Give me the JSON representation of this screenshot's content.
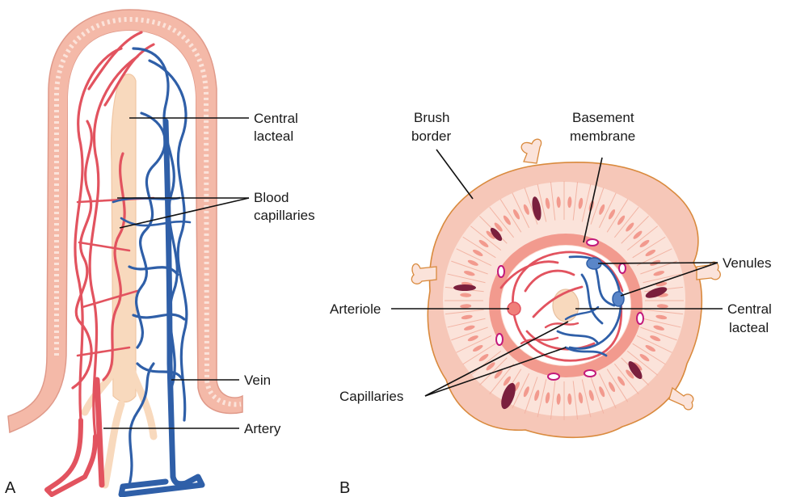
{
  "panels": {
    "a": "A",
    "b": "B"
  },
  "labels_a": {
    "central_lacteal_1": "Central",
    "central_lacteal_2": "lacteal",
    "blood_capillaries_1": "Blood",
    "blood_capillaries_2": "capillaries",
    "vein": "Vein",
    "artery": "Artery"
  },
  "labels_b": {
    "brush_border_1": "Brush",
    "brush_border_2": "border",
    "basement_membrane_1": "Basement",
    "basement_membrane_2": "membrane",
    "venules": "Venules",
    "arteriole": "Arteriole",
    "central_lacteal_1": "Central",
    "central_lacteal_2": "lacteal",
    "capillaries": "Capillaries"
  },
  "colors": {
    "epithelium_outer": "#f4b9a8",
    "epithelium_cells": "#fbe3da",
    "artery_red": "#e2535f",
    "vein_blue": "#2f5fa8",
    "lacteal": "#f8d9bd",
    "basement_pink": "#f29a8e",
    "goblet_dark": "#7a1f3d",
    "border_orange": "#d98a3d"
  }
}
